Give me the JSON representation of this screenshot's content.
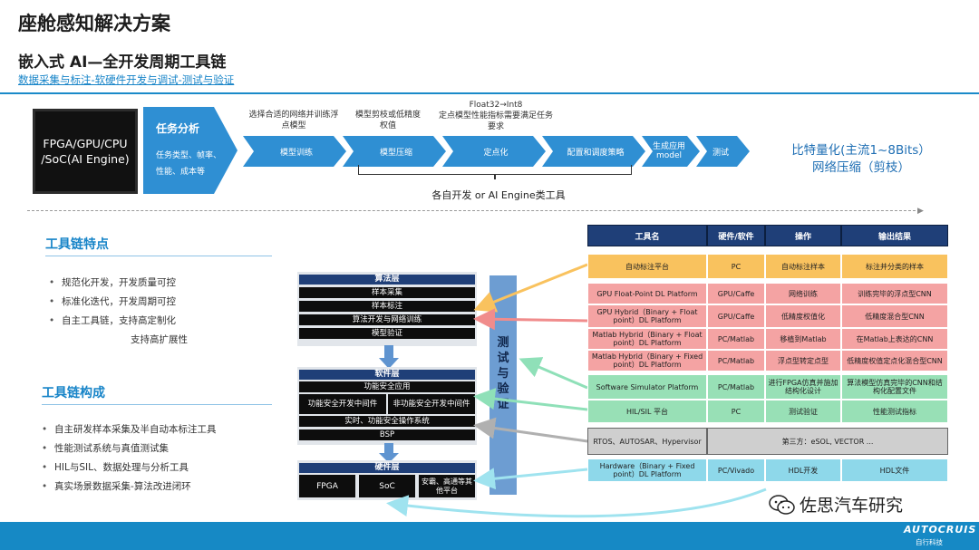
{
  "header": {
    "title": "座舱感知解决方案",
    "subtitle": "嵌入式 AI—全开发周期工具链",
    "link": "数据采集与标注-软硬件开发与调试-测试与验证"
  },
  "pipeline": {
    "chip_label": "FPGA/GPU/CPU\n/SoC(AI Engine)",
    "task_title": "任务分析",
    "task_sub": "任务类型、帧率、性能、成本等",
    "steps": [
      "模型训练",
      "模型压缩",
      "定点化",
      "配置和调度策略",
      "生成应用model",
      "测试"
    ],
    "notes": [
      "选择合适的网络并训练浮点模型",
      "模型剪枝或低精度权值",
      "Float32→Int8\n定点模型性能指标需要满足任务要求"
    ],
    "bracket_label": "各自开发 or AI Engine类工具",
    "bit_quant_1": "比特量化(主流1~8Bits）",
    "bit_quant_2": "网络压缩（剪枝）"
  },
  "features": {
    "heading": "工具链特点",
    "items": [
      "规范化开发，开发质量可控",
      "标准化迭代，开发周期可控",
      "自主工具链，支持高定制化"
    ],
    "continuation": "支持高扩展性"
  },
  "composition": {
    "heading": "工具链构成",
    "items": [
      "自主研发样本采集及半自动本标注工具",
      "性能测试系统与真值测试集",
      "HIL与SIL、数据处理与分析工具",
      "真实场景数据采集-算法改进闭环"
    ]
  },
  "stack": {
    "algo_head": "算法层",
    "algo_rows": [
      "样本采集",
      "样本标注",
      "算法开发与网络训练",
      "模型验证"
    ],
    "sw_head": "软件层",
    "sw_rows": [
      "功能安全应用",
      "功能安全开发中间件",
      "非功能安全开发中间件",
      "实时、功能安全操作系统",
      "BSP"
    ],
    "hw_head": "硬件层",
    "hw_boxes": [
      "FPGA",
      "SoC",
      "安霸、高通等其他平台"
    ],
    "test_label": "测试与验证"
  },
  "table": {
    "headers": [
      "工具名",
      "硬件/软件",
      "操作",
      "输出结果"
    ],
    "rows": [
      {
        "name": "自动标注平台",
        "hw": "PC",
        "op": "自动标注样本",
        "out": "标注并分类的样本"
      },
      {
        "name": "GPU Float-Point DL Platform",
        "hw": "GPU/Caffe",
        "op": "网络训练",
        "out": "训练完毕的浮点型CNN"
      },
      {
        "name": "GPU Hybrid（Binary + Float point）DL Platform",
        "hw": "GPU/Caffe",
        "op": "低精度权值化",
        "out": "低精度混合型CNN"
      },
      {
        "name": "Matlab Hybrid（Binary + Float point）DL Platform",
        "hw": "PC/Matlab",
        "op": "移植到Matlab",
        "out": "在Matlab上表达的CNN"
      },
      {
        "name": "Matlab Hybrid（Binary + Fixed point）DL Platform",
        "hw": "PC/Matlab",
        "op": "浮点型转定点型",
        "out": "低精度权值定点化混合型CNN"
      },
      {
        "name": "Software Simulator Platform",
        "hw": "PC/Matlab",
        "op": "进行FPGA仿真并施加结构化设计",
        "out": "算法模型仿真完毕的CNN和结构化配置文件"
      },
      {
        "name": "HIL/SIL 平台",
        "hw": "PC",
        "op": "测试验证",
        "out": "性能测试指标"
      },
      {
        "name": "RTOS、AUTOSAR、Hypervisor",
        "span": "第三方：eSOL, VECTOR ..."
      },
      {
        "name": "Hardware（Binary + Fixed point）DL Platform",
        "hw": "PC/Vivado",
        "op": "HDL开发",
        "out": "HDL文件"
      }
    ]
  },
  "footer": {
    "wechat": "佐思汽车研究",
    "brand": "AUTOCRUIS",
    "brand_cn": "自行科技"
  },
  "colors": {
    "accent": "#1689c5",
    "navy": "#1f3f78",
    "arrow_orange": "#f9c25e",
    "arrow_pink": "#f08c8c",
    "arrow_green": "#8fe0b8",
    "arrow_grey": "#b0b0b0",
    "arrow_cyan": "#9fe3ef"
  }
}
